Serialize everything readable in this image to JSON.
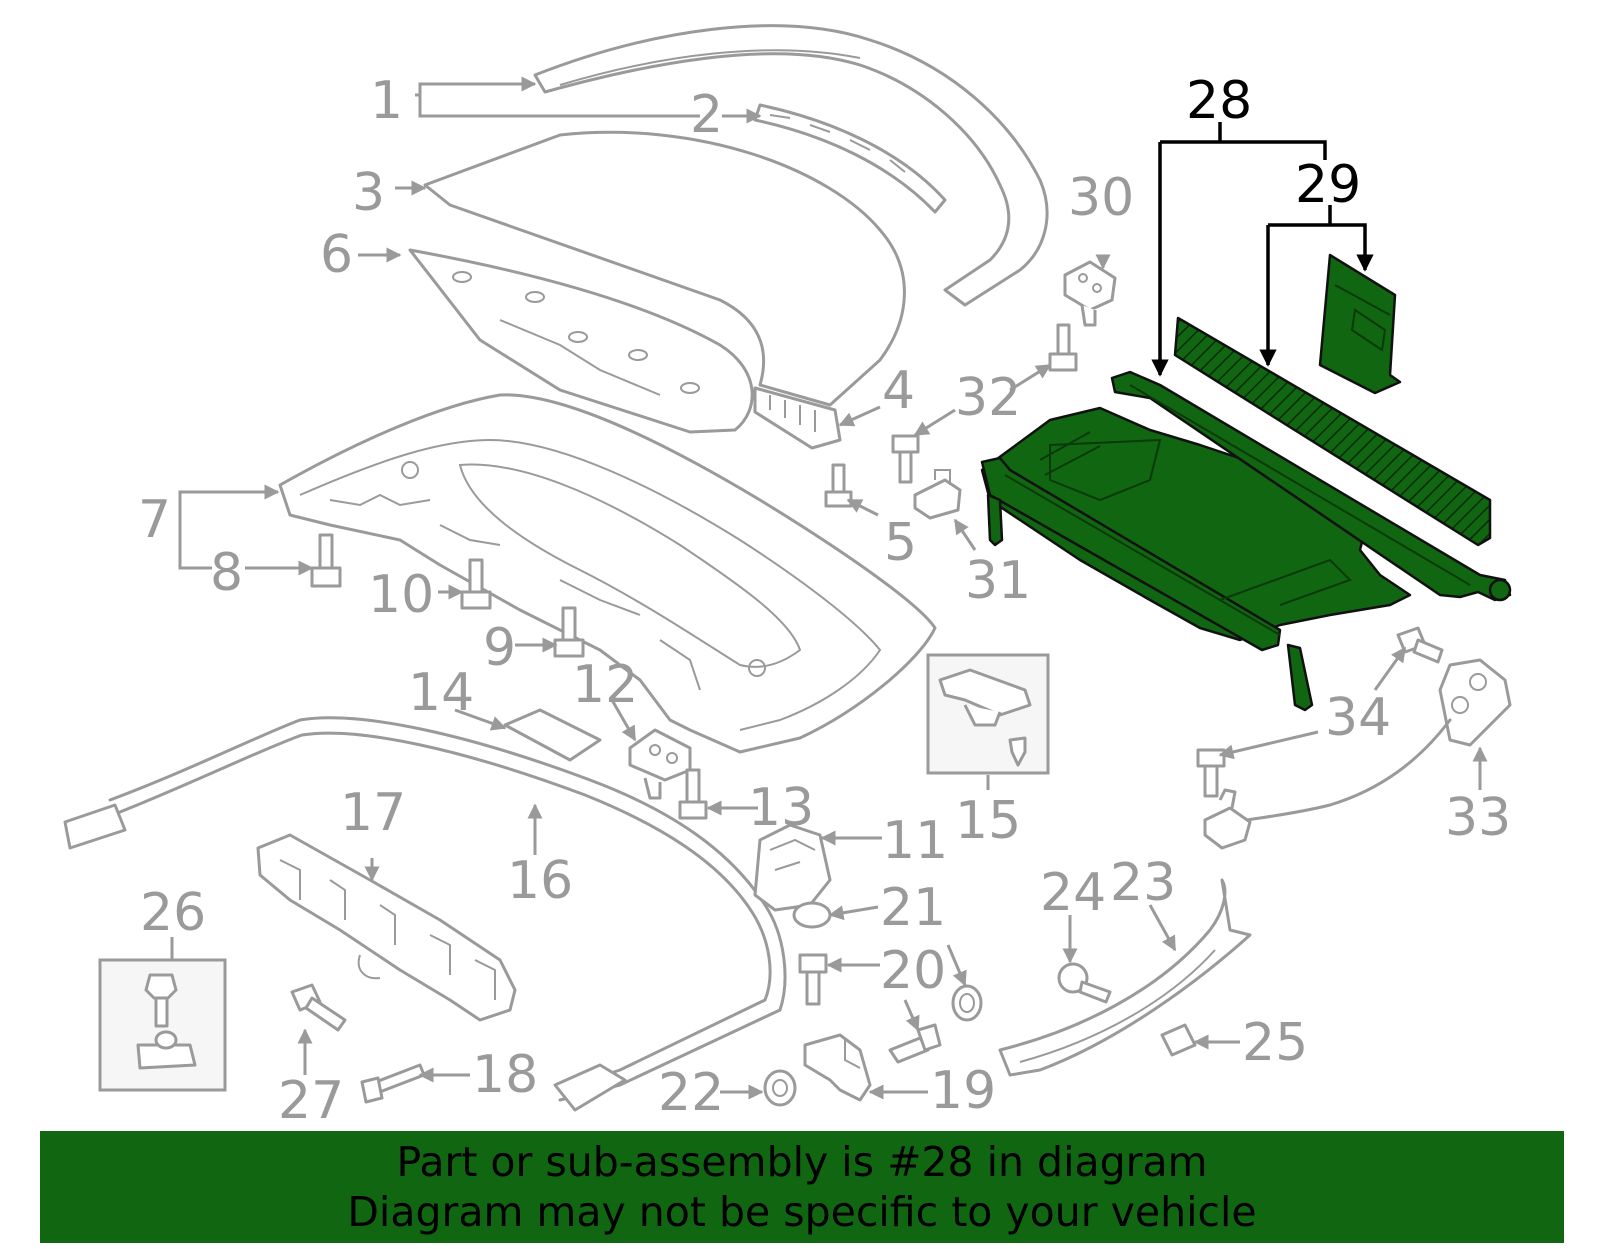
{
  "diagram": {
    "highlight_color": "#116611",
    "part_color": "#9a9a9a",
    "highlighted_part": "28",
    "callouts": [
      "1",
      "2",
      "3",
      "4",
      "5",
      "6",
      "7",
      "8",
      "9",
      "10",
      "11",
      "12",
      "13",
      "14",
      "15",
      "16",
      "17",
      "18",
      "19",
      "20",
      "21",
      "22",
      "23",
      "24",
      "25",
      "26",
      "27",
      "28",
      "29",
      "30",
      "31",
      "32",
      "33",
      "34"
    ]
  },
  "banner": {
    "line1": "Part or sub-assembly is #28 in diagram",
    "line2": "Diagram may not be specific to your vehicle"
  }
}
